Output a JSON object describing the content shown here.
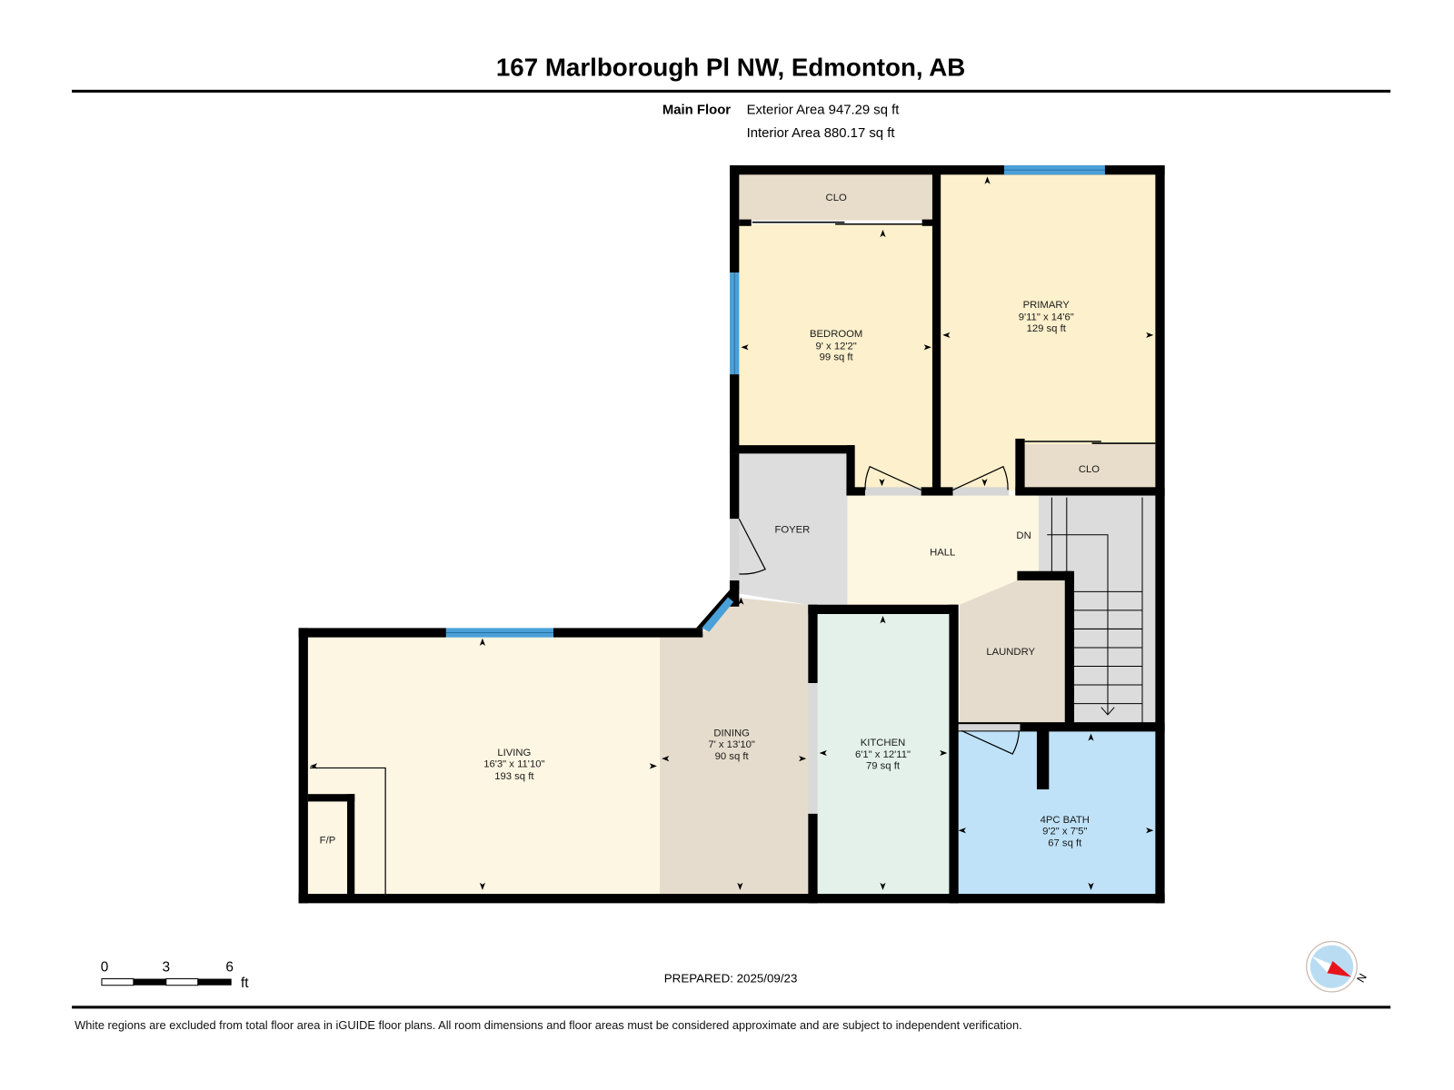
{
  "header": {
    "title": "167 Marlborough Pl NW, Edmonton, AB",
    "floor_label": "Main Floor",
    "exterior_area": "Exterior Area 947.29 sq ft",
    "interior_area": "Interior Area 880.17 sq ft"
  },
  "rooms": {
    "clo_top": {
      "name": "CLO"
    },
    "bedroom": {
      "name": "BEDROOM",
      "dims": "9' x 12'2\"",
      "area": "99 sq ft"
    },
    "primary": {
      "name": "PRIMARY",
      "dims": "9'11\" x 14'6\"",
      "area": "129 sq ft"
    },
    "clo_primary": {
      "name": "CLO"
    },
    "foyer": {
      "name": "FOYER"
    },
    "hall": {
      "name": "HALL"
    },
    "stairs": {
      "label": "DN"
    },
    "laundry": {
      "name": "LAUNDRY"
    },
    "living": {
      "name": "LIVING",
      "dims": "16'3\" x 11'10\"",
      "area": "193 sq ft"
    },
    "dining": {
      "name": "DINING",
      "dims": "7' x 13'10\"",
      "area": "90 sq ft"
    },
    "kitchen": {
      "name": "KITCHEN",
      "dims": "6'1\" x 12'11\"",
      "area": "79 sq ft"
    },
    "bath": {
      "name": "4PC BATH",
      "dims": "9'2\" x 7'5\"",
      "area": "67 sq ft"
    },
    "fireplace": {
      "name": "F/P"
    }
  },
  "colors": {
    "bedroom_fill": "#fdf0cc",
    "closet_fill": "#e8dccb",
    "foyer_fill": "#dddddd",
    "hall_fill": "#fdf6e0",
    "living_fill": "#fdf6e2",
    "dining_fill": "#e6dccd",
    "kitchen_fill": "#e3f1ea",
    "laundry_fill": "#e6dccd",
    "bath_fill": "#bfe2f8",
    "stairs_fill": "#dcdcdc",
    "window": "#4aa0d8",
    "compass_red": "#e8141c",
    "compass_bg": "#b9dcf2"
  },
  "scale_bar": {
    "ticks": [
      "0",
      "3",
      "6"
    ],
    "unit": "ft"
  },
  "compass": {
    "label": "N"
  },
  "footer": {
    "prepared": "PREPARED: 2025/09/23",
    "disclaimer": "White regions are excluded from total floor area in iGUIDE floor plans. All room dimensions and floor areas must be considered approximate and are subject to independent verification."
  }
}
